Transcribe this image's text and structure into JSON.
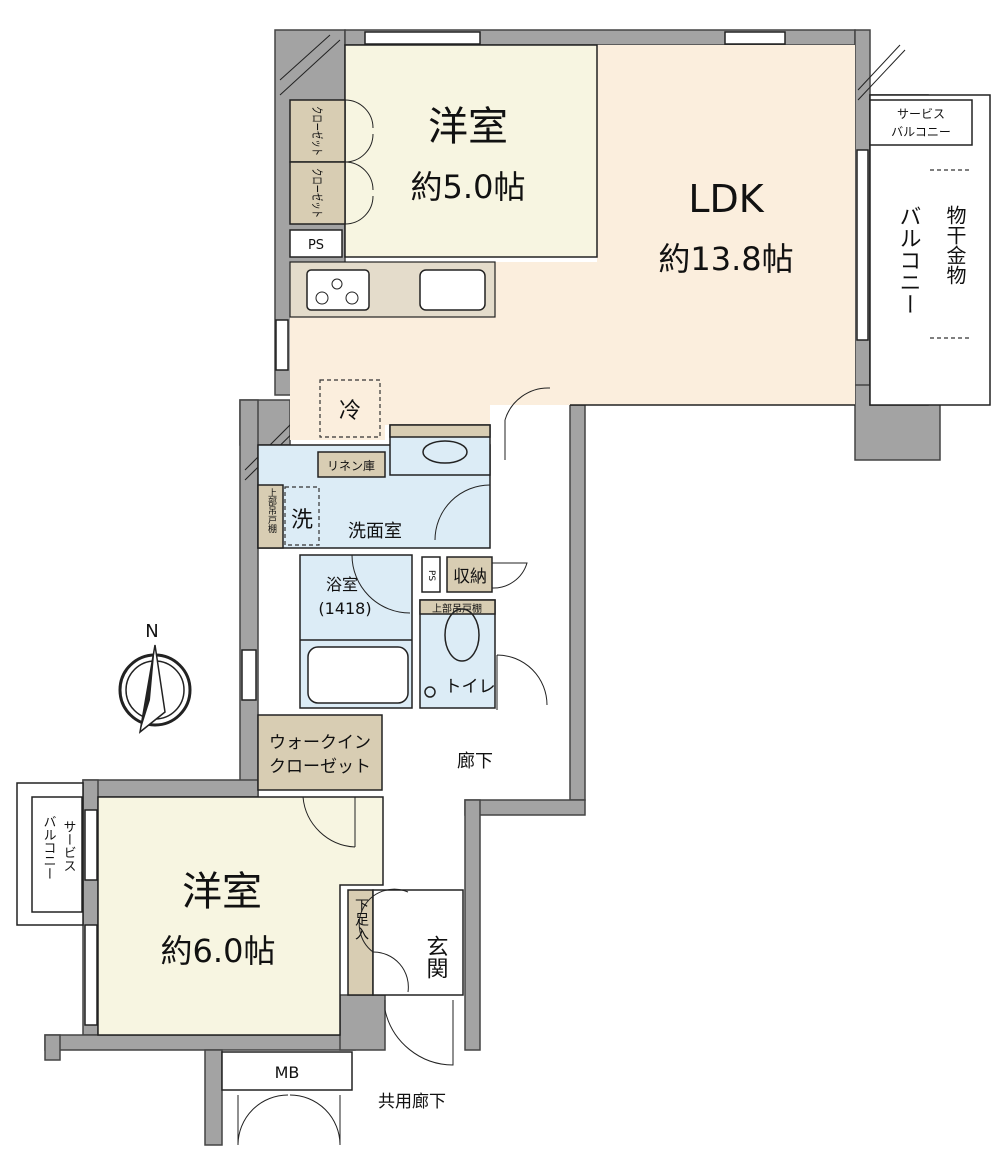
{
  "rooms": {
    "western_room_1": {
      "name": "洋室",
      "size": "約5.0帖"
    },
    "ldk": {
      "name": "LDK",
      "size": "約13.8帖"
    },
    "western_room_2": {
      "name": "洋室",
      "size": "約6.0帖"
    },
    "washroom": {
      "name": "洗面室"
    },
    "bathroom": {
      "name": "浴室",
      "size": "(1418)"
    },
    "toilet": {
      "name": "トイレ"
    },
    "hallway": {
      "name": "廊下"
    },
    "entrance": {
      "name": "玄関"
    },
    "common_corridor": {
      "name": "共用廊下"
    }
  },
  "fixtures": {
    "closet_1": "クローゼット",
    "closet_2": "クローゼット",
    "ps_top": "PS",
    "ps_mid": "PS",
    "fridge": "冷",
    "linen": "リネン庫",
    "upper_cabinet_wash": "上部吊戸棚",
    "washer": "洗",
    "storage": "収納",
    "upper_cabinet_toilet": "上部吊戸棚",
    "walk_in_closet_line1": "ウォークイン",
    "walk_in_closet_line2": "クローゼット",
    "shoe_box": "下足入",
    "meter_box": "MB"
  },
  "balconies": {
    "service_top_line1": "サービス",
    "service_top_line2": "バルコニー",
    "main": "バルコニー",
    "drying_hardware": "物干金物",
    "service_left_line1": "サービス",
    "service_left_line2": "バルコニー"
  },
  "compass": {
    "label": "N"
  },
  "colors": {
    "western": "#f7f5e1",
    "ldk": "#fbeedd",
    "wet": "#dcecf6",
    "storage": "#d8cdb3",
    "wall": "#a3a3a3"
  }
}
